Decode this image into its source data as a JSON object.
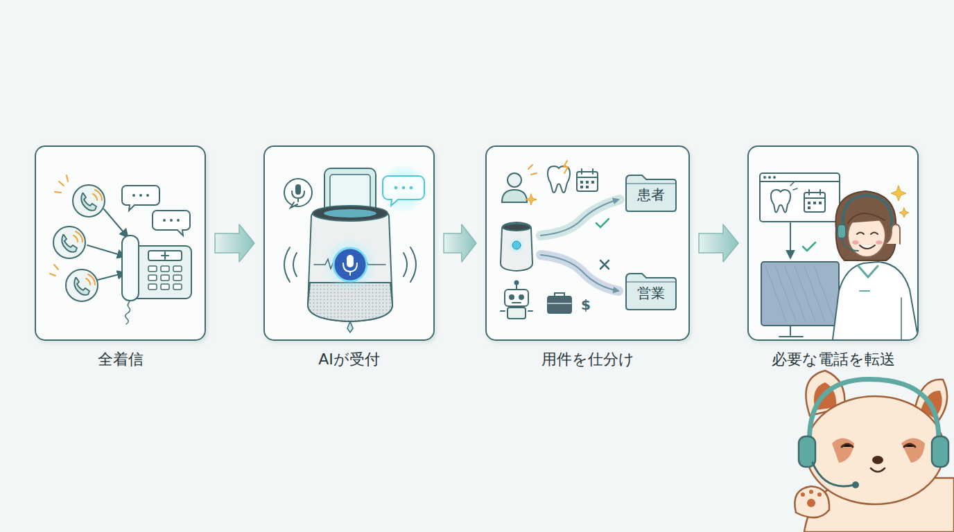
{
  "diagram": {
    "nodes": [
      {
        "text": [
          "全着信"
        ]
      },
      {
        "text": [
          "AIが受付"
        ]
      },
      {
        "text": [
          "用件を仕分け"
        ]
      },
      {
        "text": [
          "患者"
        ],
        "in": 2
      },
      {
        "text": [
          "営業"
        ],
        "in": 2
      },
      {
        "text": [
          "必要な電話を転送"
        ]
      }
    ],
    "edges": [
      {
        "from": 0,
        "to": 1,
        "arrow": "to"
      },
      {
        "from": 1,
        "to": 2,
        "arrow": "to"
      },
      {
        "from": 2,
        "to": 5,
        "arrow": "to"
      }
    ],
    "labels": [
      "$"
    ]
  }
}
